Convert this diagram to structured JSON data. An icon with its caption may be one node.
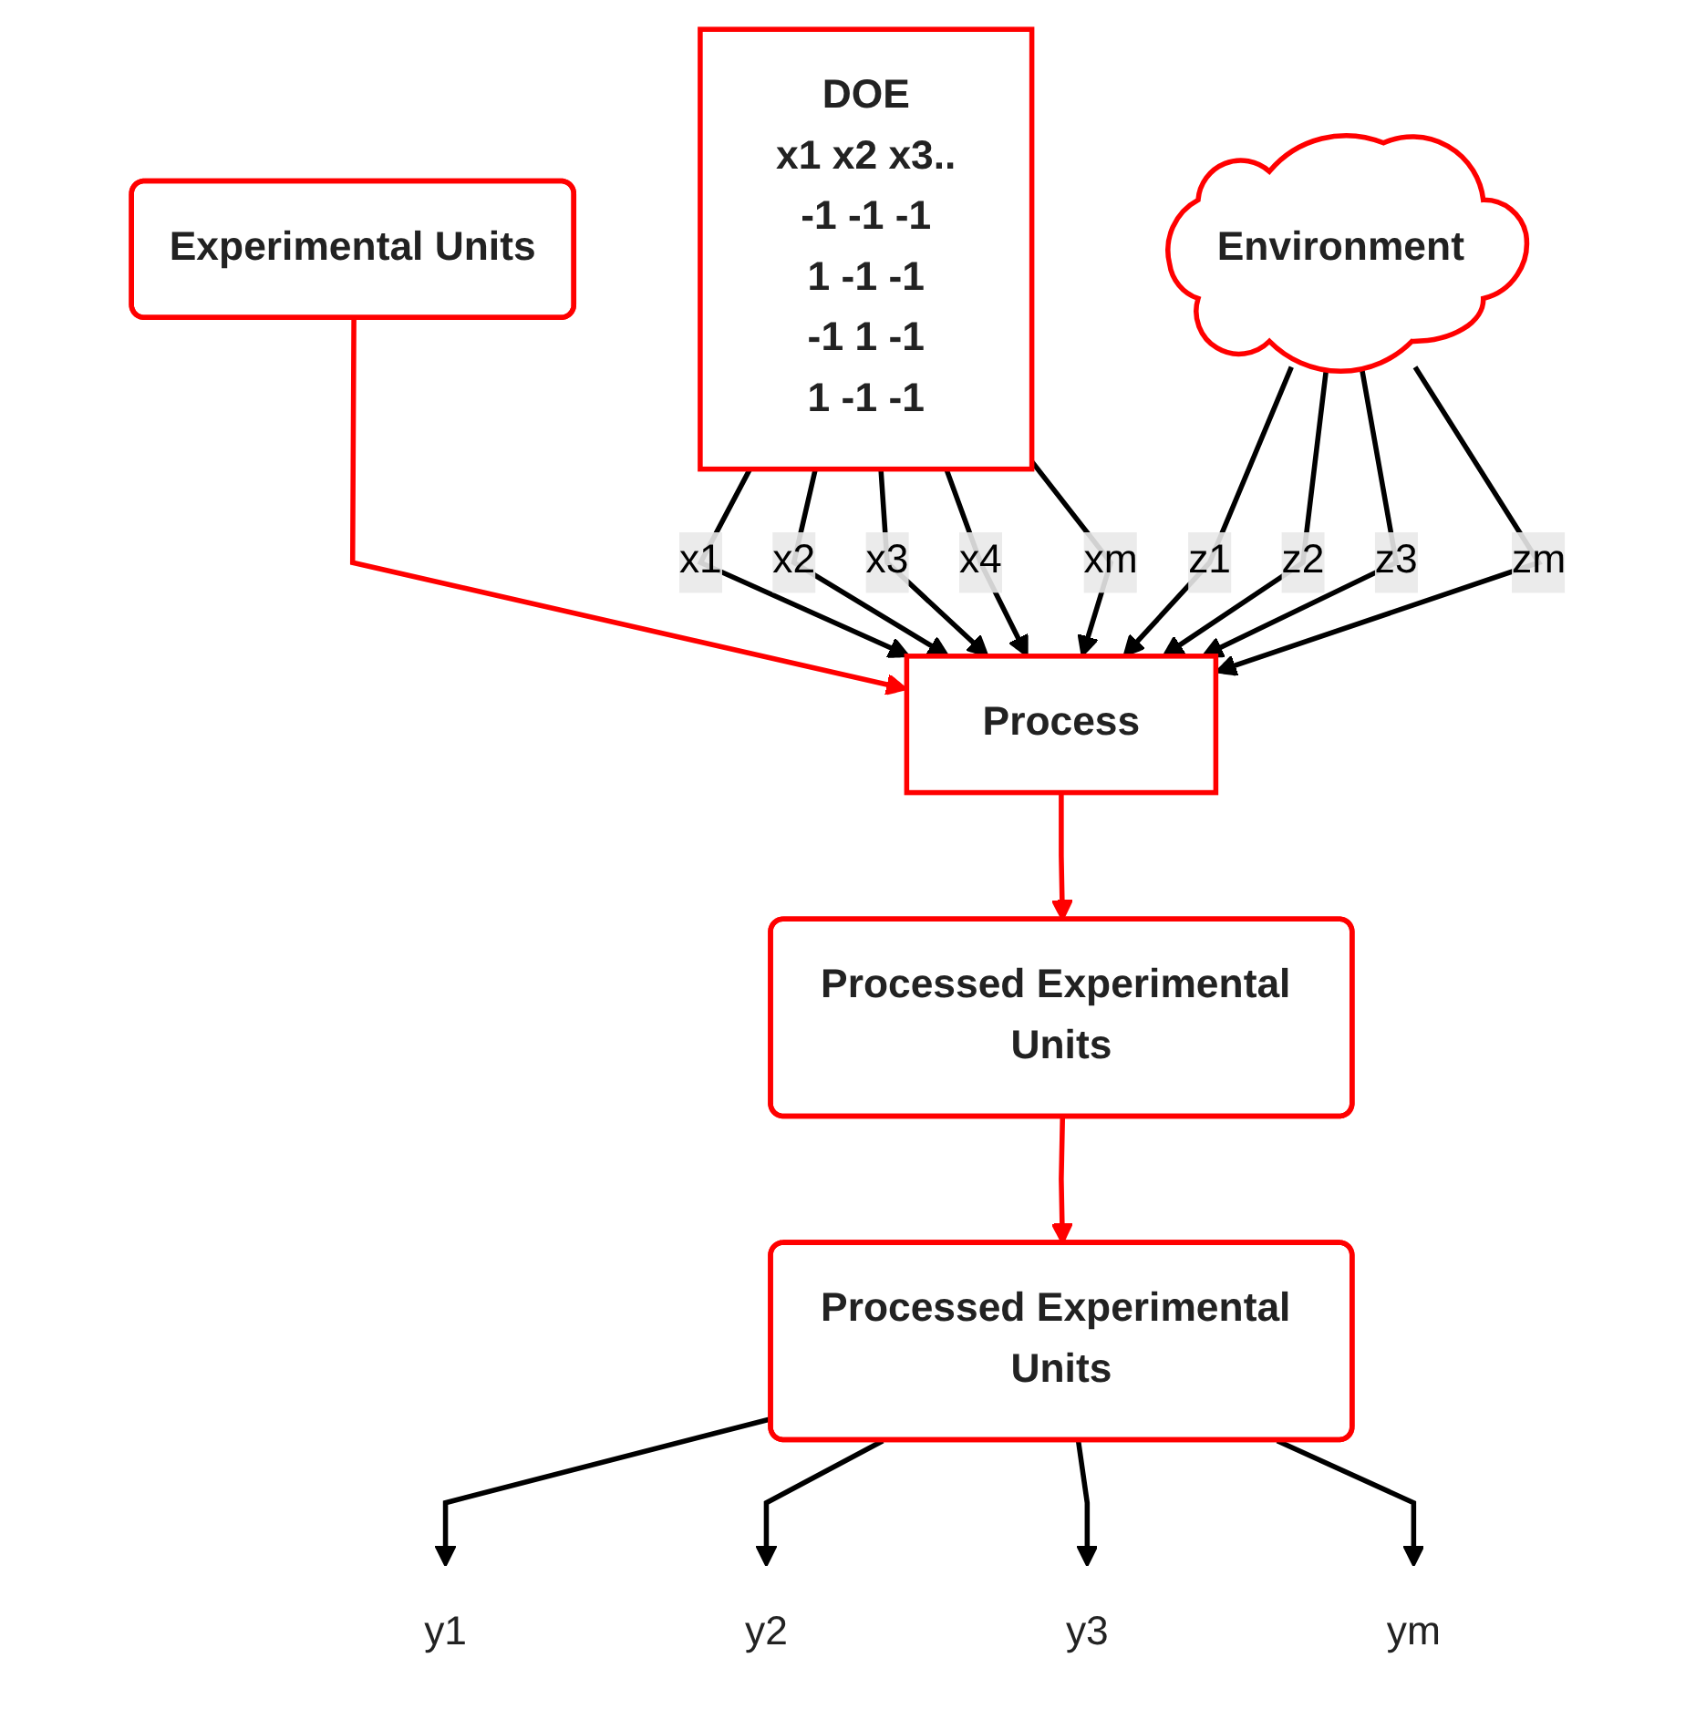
{
  "diagram": {
    "nodes": [
      {
        "text": [
          "Experimental Units"
        ]
      },
      {
        "text": [
          "DOE",
          "x1 x2 x3..",
          "-1 -1 -1",
          "1 -1 -1",
          "-1 1 -1",
          "1 -1 -1"
        ]
      },
      {
        "text": [
          "Process"
        ]
      },
      {
        "text": [
          "Environment"
        ]
      },
      {
        "text": [
          "Processed Experimental Units"
        ]
      },
      {
        "text": [
          "Processed Experimental Units"
        ]
      },
      {
        "text": [
          "y1"
        ]
      },
      {
        "text": [
          "y2"
        ]
      },
      {
        "text": [
          "y3"
        ]
      },
      {
        "text": [
          "ym"
        ]
      }
    ],
    "edges": [
      {
        "from": 0,
        "to": 2,
        "arrow": "to",
        "color": "#ff0000"
      },
      {
        "from": 1,
        "to": 2,
        "arrow": "to",
        "label": "x1"
      },
      {
        "from": 1,
        "to": 2,
        "arrow": "to",
        "label": "x2"
      },
      {
        "from": 1,
        "to": 2,
        "arrow": "to",
        "label": "x3"
      },
      {
        "from": 1,
        "to": 2,
        "arrow": "to",
        "label": "x4"
      },
      {
        "from": 1,
        "to": 2,
        "arrow": "to",
        "label": "xm"
      },
      {
        "from": 3,
        "to": 2,
        "arrow": "to",
        "label": "z1"
      },
      {
        "from": 3,
        "to": 2,
        "arrow": "to",
        "label": "z2"
      },
      {
        "from": 3,
        "to": 2,
        "arrow": "to",
        "label": "z3"
      },
      {
        "from": 3,
        "to": 2,
        "arrow": "to",
        "label": "zm"
      },
      {
        "from": 2,
        "to": 4,
        "arrow": "to",
        "color": "#ff0000"
      },
      {
        "from": 4,
        "to": 5,
        "arrow": "to",
        "color": "#ff0000"
      },
      {
        "from": 5,
        "to": 6,
        "arrow": "to"
      },
      {
        "from": 5,
        "to": 7,
        "arrow": "to"
      },
      {
        "from": 5,
        "to": 8,
        "arrow": "to"
      },
      {
        "from": 5,
        "to": 9,
        "arrow": "to"
      }
    ]
  }
}
